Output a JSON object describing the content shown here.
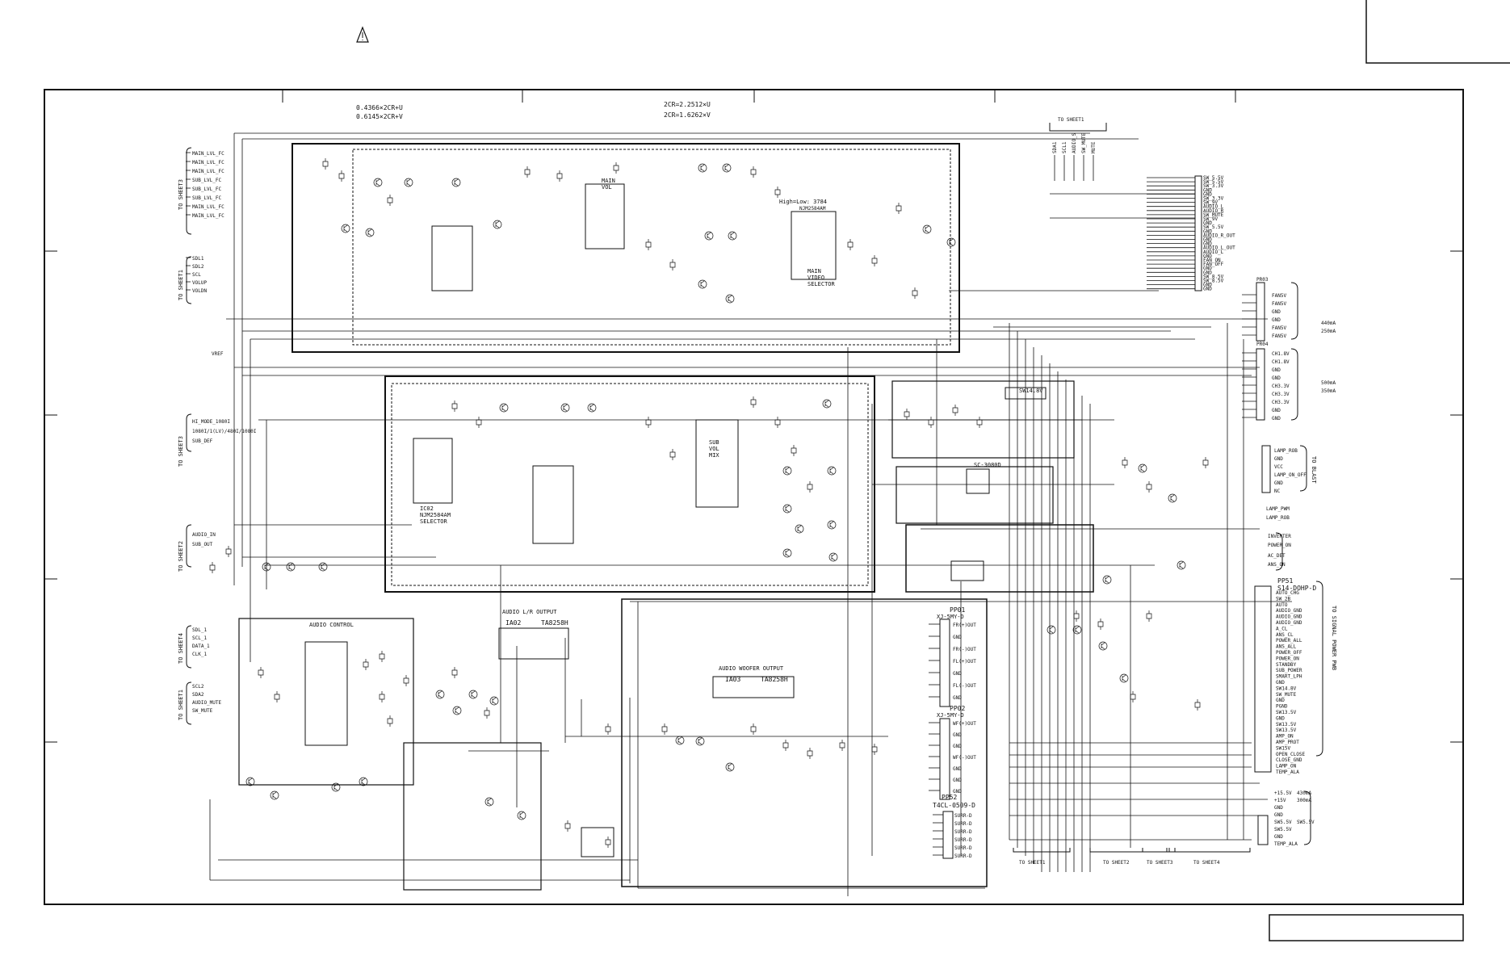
{
  "header": {
    "warning_symbol": "warning-triangle-icon",
    "formula_left": [
      "0.4366×2CR+U",
      "0.6145×2CR+V"
    ],
    "formula_mid": [
      "2CR=2.2512×U",
      "2CR=1.6262×V"
    ]
  },
  "left_connectors": {
    "group1_labels": [
      "MAIN_LVL_FC",
      "MAIN_LVL_FC",
      "MAIN_LVL_FC",
      "SUB_LVL_FC",
      "SUB_LVL_FC",
      "SUB_LVL_FC",
      "MAIN_LVL_FC",
      "MAIN_LVL_FC"
    ],
    "group1_sheet": "TO SHEET3",
    "group2_labels": [
      "SDL1",
      "SDL2",
      "SCL",
      "VOLUP",
      "VOLDN"
    ],
    "group2_sheet": "TO SHEET1",
    "group3_labels": [
      "HI_MODE_1080I",
      "1080I/1(LV)/480I/1080I",
      "SUB_DEF"
    ],
    "group3_sheet": "TO SHEET3",
    "group4_labels": [
      "AUDIO_IN",
      "SUB_OUT"
    ],
    "group4_sheet": "TO SHEET2",
    "group5_labels": [
      "SDL_1",
      "SCL_1",
      "DATA_1",
      "CLK_1"
    ],
    "group5_sheet": "TO SHEET4",
    "group6_labels": [
      "SCL2",
      "SDA2",
      "AUDIO_MUTE",
      "SW_MUTE"
    ],
    "group6_sheet": "TO SHEET1",
    "vref": "VREF"
  },
  "blocks": {
    "hi_lo": "High=Low: 3784",
    "main_selector_ic": "NJM2584AM",
    "main_selector": [
      "MAIN",
      "VIDEO",
      "SELECTOR"
    ],
    "vca_upper": [
      "MAIN",
      "VOL"
    ],
    "sub_selector": [
      "IC02",
      "NJM2584AM",
      "SELECTOR"
    ],
    "sub_mix": [
      "SUB",
      "VOL",
      "MIX"
    ],
    "reg_ic": "SC-3080D",
    "sw_reg": "SW14.8V",
    "audio_control": "AUDIO CONTROL",
    "audio_lr_output": "AUDIO L/R OUTPUT",
    "ic_lr": "IA02",
    "ic_lr_part": "TA8258H",
    "audio_woofer_output": "AUDIO WOOFER OUTPUT",
    "ic_wf": "IA03",
    "ic_wf_part": "TA8258H"
  },
  "connectors": {
    "pp01": {
      "name": "PP01",
      "part": "XJ-5MY-D",
      "pins": [
        "FR(+)OUT",
        "GND",
        "FR(-)OUT",
        "FL(+)OUT",
        "GND",
        "FL(-)OUT",
        "GND"
      ]
    },
    "pp02": {
      "name": "PP02",
      "part": "XJ-5MY-D",
      "pins": [
        "WF(+)OUT",
        "GND",
        "GND",
        "WF(-)OUT",
        "GND",
        "GND",
        "GND"
      ]
    },
    "pp52": {
      "name": "PP52",
      "part": "T4CL-0509-D",
      "pins": [
        "SURR-D",
        "SURR-D",
        "SURR-D",
        "SURR-D",
        "SURR-D",
        "SURR-D"
      ]
    },
    "pp51": {
      "name": "PP51",
      "part": "S14-DOHP-D",
      "sheet": "TO SIGNAL POWER PWB",
      "pins": [
        "AUTO_CHG",
        "SW_2B",
        "AUTO",
        "AUDIO_GND",
        "AUDIO_GND",
        "AUDIO_GND",
        "A_CL",
        "ANS_CL",
        "POWER_ALL",
        "ANS_ALL",
        "POWER_OFF",
        "POWER_ON",
        "STANDBY",
        "SUB_POWER",
        "SMART_LPH",
        "GND",
        "SW14.8V",
        "SW_MUTE",
        "GND",
        "PGND",
        "SW13.5V",
        "GND",
        "SW13.5V",
        "SW13.5V",
        "AMP_ON",
        "AMP_PROT",
        "SW15V",
        "OPEN_CLOSE",
        "CLOSE_GND",
        "LAMP_ON",
        "TEMP_ALA"
      ]
    },
    "pr03": {
      "name": "PR03",
      "pins": [
        "FAN5V",
        "FAN5V",
        "GND",
        "GND",
        "FAN5V",
        "FAN5V"
      ]
    },
    "pr04": {
      "name": "PR04",
      "pins": [
        "CH1.8V",
        "CH1.8V",
        "GND",
        "GND",
        "CH3.3V",
        "CH3.3V",
        "CH3.3V",
        "GND",
        "GND"
      ]
    },
    "lamp": {
      "pins": [
        "LAMP_ROB",
        "GND",
        "VCC",
        "LAMP_ON_OFF",
        "GND",
        "NC"
      ],
      "sheet": "TO BLAST"
    },
    "misc": [
      "LAMP_PWM",
      "LAMP_ROB",
      "INVERTER",
      "POWER_ON",
      "AC_DET",
      "ANS_ON"
    ],
    "bottom_right": {
      "pins": [
        "+15.5V",
        "+15V",
        "GND",
        "GND",
        "SW5.5V",
        "SW5.5V",
        "GND",
        "TEMP_ALA"
      ],
      "amps": [
        "430mA",
        "300mA"
      ],
      "values": [
        "SW5.5V"
      ]
    }
  },
  "bus_top": {
    "sheet": "TO SHEET1",
    "labels": [
      "SDA1",
      "SCL1",
      "AUDIO_S",
      "SW_MUTE",
      "MUTE"
    ]
  },
  "pin_header_labels": [
    "SW_5.5V",
    "SW_5.5V",
    "SW_3.3V",
    "GND",
    "GND",
    "SW_3.3V",
    "SW_9V",
    "AUDIO_L",
    "AUDIO_R",
    "SW_MUTE",
    "SW_9V",
    "GND",
    "SW_5.5V",
    "GND",
    "AUDIO_R_OUT",
    "GND",
    "GND",
    "AUDIO_L_OUT",
    "AUDIO_L",
    "GND",
    "FAN_ON",
    "FAN_OFF",
    "GND",
    "GND",
    "SW_8.5V",
    "SW_8.5V",
    "GND",
    "GND"
  ],
  "currents": [
    "440mA",
    "250mA",
    "500mA",
    "350mA"
  ],
  "bottom_sheets": [
    "TO SHEET1",
    "TO SHEET2",
    "TO SHEET3",
    "TO SHEET4"
  ]
}
